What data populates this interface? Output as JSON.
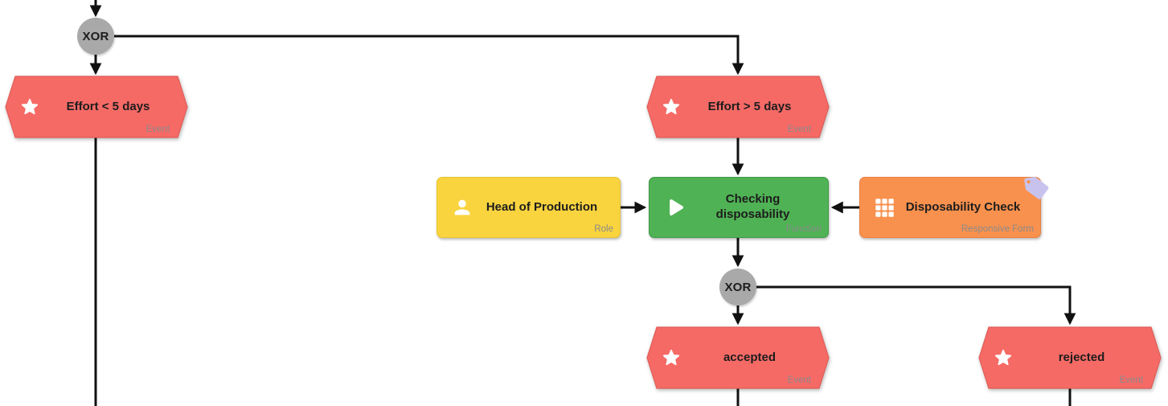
{
  "nodes": {
    "xor_top": {
      "label": "XOR"
    },
    "xor_mid": {
      "label": "XOR"
    },
    "event_effort_lt": {
      "label": "Effort < 5 days",
      "type": "Event"
    },
    "event_effort_gt": {
      "label": "Effort > 5 days",
      "type": "Event"
    },
    "role_head_of_production": {
      "label": "Head of Production",
      "type": "Role"
    },
    "function_checking_disposability": {
      "label": "Checking disposability",
      "type": "Function"
    },
    "form_disposability_check": {
      "label": "Disposability Check",
      "type": "Responsive Form"
    },
    "event_accepted": {
      "label": "accepted",
      "type": "Event"
    },
    "event_rejected": {
      "label": "rejected",
      "type": "Event"
    }
  },
  "icons": {
    "event": "star",
    "role": "person",
    "function": "play-arrow",
    "form": "grid-apps",
    "form_badge": "tag"
  },
  "colors": {
    "event": "#f66a66",
    "event_border": "#e05c57",
    "role": "#f9d43f",
    "role_border": "#e9c335",
    "function": "#4fb254",
    "function_border": "#419b46",
    "form": "#f9914e",
    "form_border": "#ea7f3e",
    "connector": "#a9a9a9",
    "tag": "#c8c3ee",
    "line": "#111111",
    "type_label": "#8a8a8a",
    "background": "#ffffff"
  }
}
